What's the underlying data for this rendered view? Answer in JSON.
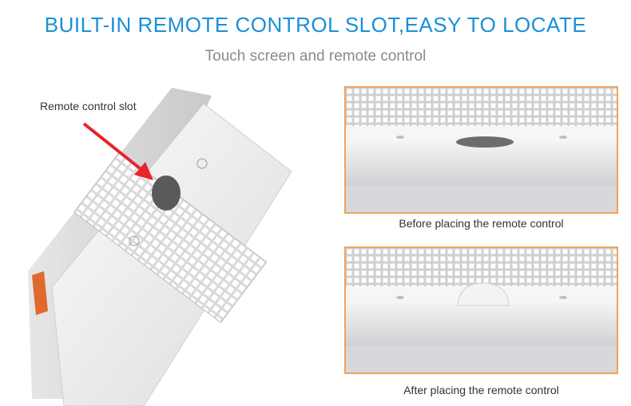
{
  "header": {
    "title": "BUILT-IN REMOTE CONTROL SLOT,EASY TO LOCATE",
    "subtitle": "Touch screen and remote control"
  },
  "hero": {
    "callout_label": "Remote control slot",
    "arrow_color": "#e8242b"
  },
  "panels": {
    "before": {
      "caption": "Before placing the remote control"
    },
    "after": {
      "caption": "After placing the remote control"
    }
  },
  "colors": {
    "title": "#1a8fd8",
    "subtitle": "#8a8a8a",
    "panel_border": "#f0a35a",
    "accent_edge": "#e06a2e"
  }
}
